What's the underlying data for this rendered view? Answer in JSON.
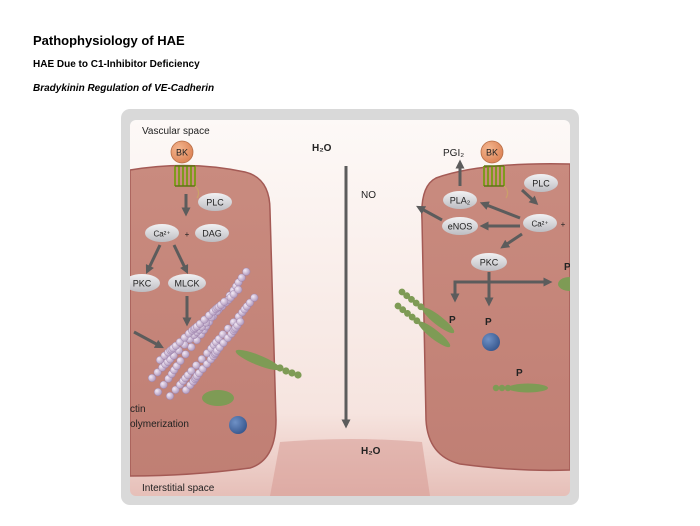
{
  "header": {
    "title": "Pathophysiology of HAE",
    "subtitle": "HAE Due to C1-Inhibitor Deficiency",
    "section": "Bradykinin Regulation of VE-Cadherin"
  },
  "diagram": {
    "regions": {
      "vascular": "Vascular space",
      "interstitial": "Interstitial space"
    },
    "water_top": "H₂O",
    "water_bottom": "H₂O",
    "no_label": "NO",
    "left_cell": {
      "bk": "BK",
      "plc": "PLC",
      "ca": "Ca²⁺",
      "plus": "+",
      "dag": "DAG",
      "pkc": "PKC",
      "mlck": "MLCK",
      "actin_1": "ctin",
      "actin_2": "olymerization"
    },
    "right_cell": {
      "pgi2": "PGI₂",
      "bk": "BK",
      "pla2": "PLA₂",
      "plc": "PLC",
      "enos": "eNOS",
      "ca": "Ca²⁺",
      "plus": "+",
      "pkc": "PKC",
      "p_top_right": "P",
      "p_left": "P",
      "p_mid": "P",
      "p_bottom": "P"
    },
    "colors": {
      "cell": "#c6877c",
      "cell_edge": "#a45a55",
      "background_top": "#fdf9f7",
      "background_bottom": "#edccc5",
      "bk_circle": "#e08d5f",
      "receptor": "#7f9a1d",
      "oval": "#d9d9db",
      "arrow": "#5c5c5c",
      "actin": "#c6b1cf",
      "cadherin": "#7e9b55",
      "blue_ball": "#466aa3"
    }
  }
}
